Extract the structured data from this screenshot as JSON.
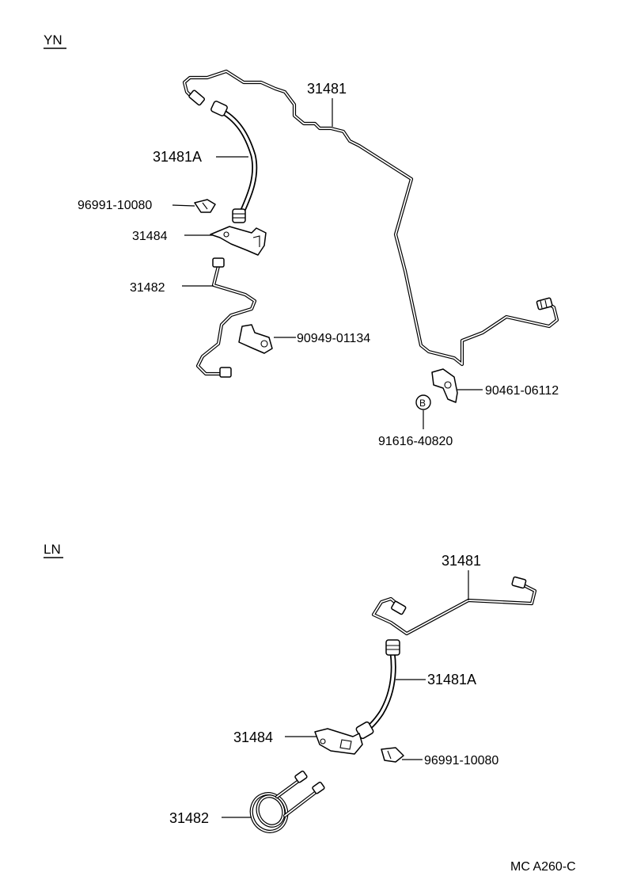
{
  "sections": {
    "yn": "YN",
    "ln": "LN"
  },
  "yn_labels": {
    "pipe_31481": "31481",
    "hose_31481a": "31481A",
    "clip_96991": "96991-10080",
    "bracket_31484": "31484",
    "pipe_31482": "31482",
    "clamp_90949": "90949-01134",
    "clamp_90461": "90461-06112",
    "bolt_91616": "91616-40820",
    "bolt_marker": "B"
  },
  "ln_labels": {
    "pipe_31481": "31481",
    "hose_31481a": "31481A",
    "bracket_31484": "31484",
    "clip_96991": "96991-10080",
    "pipe_31482": "31482"
  },
  "figure_code": "MC A260-C"
}
